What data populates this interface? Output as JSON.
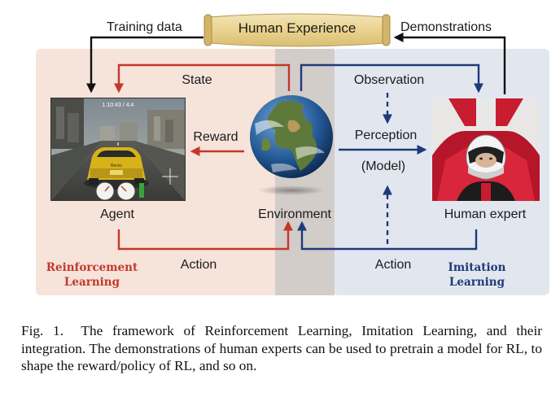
{
  "title": "Human Experience",
  "labels": {
    "training_data": "Training data",
    "demonstrations": "Demonstrations",
    "state": "State",
    "reward": "Reward",
    "observation": "Observation",
    "perception": "Perception",
    "model": "(Model)",
    "agent": "Agent",
    "environment": "Environment",
    "human_expert": "Human expert",
    "action_left": "Action",
    "action_right": "Action"
  },
  "sections": {
    "rl_line1": "Reinforcement",
    "rl_line2": "Learning",
    "il_line1": "Imitation",
    "il_line2": "Learning"
  },
  "game_hud": {
    "top_text": "1:10:43 / 4:4",
    "car_plate": "Recirc"
  },
  "caption": {
    "fig_label": "Fig. 1.",
    "text": "The framework of Reinforcement Learning, Imitation Learning, and their integration. The demonstrations of human experts can be used to pretrain a model for RL, to shape the reward/policy of RL, and so on."
  },
  "colors": {
    "rl_red": "#c4382a",
    "il_blue": "#1f3a7a",
    "black": "#111111"
  }
}
